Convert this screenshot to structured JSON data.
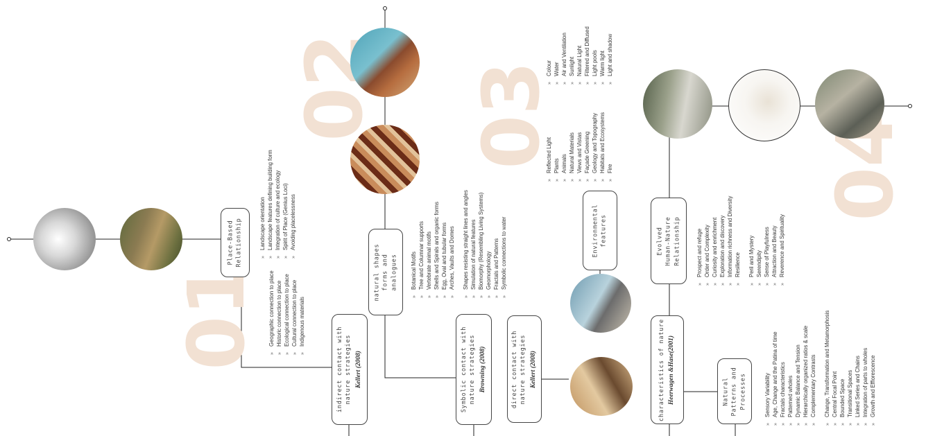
{
  "big_numbers": [
    "01",
    "02",
    "03",
    "04"
  ],
  "boxes": {
    "place_based": {
      "lines": [
        "Place-Based",
        "Relationship"
      ]
    },
    "indirect": {
      "lines": [
        "indirect contact with",
        "nature strategies"
      ],
      "cite": "Kellert (2008)"
    },
    "natural_shapes": {
      "lines": [
        "natural shapes",
        "forms and",
        "analogues"
      ]
    },
    "symbolic": {
      "lines": [
        "Symbolic contact with",
        "nature strategies"
      ],
      "cite": "Browning (2008)"
    },
    "direct": {
      "lines": [
        "direct contact with",
        "nature strategies"
      ],
      "cite": "Kellert (2008)"
    },
    "environmental": {
      "lines": [
        "Environmental",
        "features"
      ]
    },
    "evolved": {
      "lines": [
        "Evolved",
        "Human-Nature",
        "Relationship"
      ]
    },
    "characteristics": {
      "lines": [
        "characteristics of nature"
      ],
      "cite": "Heerwagen &Hase(2001)"
    },
    "patterns": {
      "lines": [
        "Natural",
        "Patterns and",
        "Processes"
      ]
    }
  },
  "lists": {
    "place_a": [
      "Geographic connection to place",
      "Historic connection to place",
      "Ecological connection to place",
      "Cultural connection to place",
      "Indigenous materials"
    ],
    "place_b": [
      "Landscape orientation",
      "Landscape features defining building form",
      "Integration of culture and ecology",
      "Spirit of Place (Genius Loci)",
      "Avoiding placelessness"
    ],
    "shapes": [
      "Botanical Motifs",
      "Tree and Columnar supports",
      "Vertebrate animal motifs",
      "Shells and Spirals and organic forms",
      "Egg, Oval and tubular forms",
      "Arches, Vaults and Domes",
      "Shapes resisting straight lines and angles",
      "Simulation of natural features",
      "Biomorphy (Resembling Living Systems)",
      "Geomorphology",
      "Fractals and Patterns",
      "Symbolic connections to water"
    ],
    "env_a": [
      "Reflected Light",
      "Plants",
      "Animals",
      "Natural Materials",
      "Views and Vistas",
      "Façade Greening",
      "Geology and Topography",
      "Habitats and Ecosystems",
      "Fire"
    ],
    "env_b": [
      "Colour",
      "Water",
      "Air and Ventilation",
      "Sunlight",
      "Natural Light",
      "Filtered and Diffused",
      "Light pools",
      "Warm light",
      "Light and shadow"
    ],
    "evolved": [
      "Prospect and refuge",
      "Order and Complexity",
      "Curiosity and enrichment",
      "Exploration and discovery",
      "Information richness and Diversity",
      "Resilience",
      "Peril and Mystery",
      "Serendipity",
      "Sense of Playfulness",
      "Attraction and Beauty",
      "Reverence and Spirituality"
    ],
    "patterns": [
      "Sensory Variability",
      "Age, Change and the Patina of time",
      "Fractals characteristics",
      "Patterned wholes",
      "Dynamic Balance and Tension",
      "Hierarchically organized ratios & scale",
      "Complementary Contrasts",
      "Change, Transformation and Metamorphosis",
      "Central Focal Point",
      "Bounded Space",
      "Transitional Spaces",
      "Linked Series and Chains",
      "Integration of parts to wholes",
      "Growth and Efflorescence"
    ]
  },
  "colors": {
    "line": "#222222",
    "number_tint": "#f2e1d3",
    "box_border": "#444444"
  },
  "photos": [
    "stone-carving-photo",
    "rock-landscape-photo",
    "steel-bridge-photo",
    "truss-structure-photo",
    "glass-roof-photo",
    "interior-arch-photo",
    "concrete-corridor-photo",
    "sketch-photo",
    "urban-ruins-photo"
  ]
}
